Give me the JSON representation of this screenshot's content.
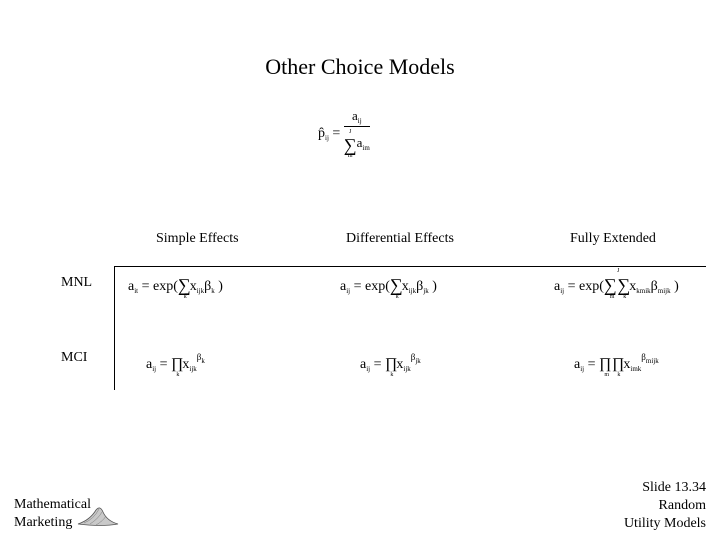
{
  "slide": {
    "title": "Other Choice Models"
  },
  "top_formula": {
    "lhs": "p̂",
    "lhs_sub": "ij",
    "numerator": "a",
    "numerator_sub": "ij",
    "sum_top": "J",
    "sum_bottom": "m",
    "denominator": "a",
    "denominator_sub": "im"
  },
  "columns": [
    "Simple Effects",
    "Differential Effects",
    "Fully Extended"
  ],
  "rows": [
    "MNL",
    "MCI"
  ],
  "cells": {
    "mnl_simple": {
      "lhs": "a",
      "lhs_sub": "it",
      "op": " = exp(",
      "sum_under": "k",
      "x": "x",
      "x_sub": "ijk",
      "b": "β",
      "b_sub": "k",
      "close": " )"
    },
    "mnl_diff": {
      "lhs": "a",
      "lhs_sub": "ij",
      "op": " = exp(",
      "sum_under": "k",
      "x": "x",
      "x_sub": "ijk",
      "b": "β",
      "b_sub": "jk",
      "close": " )"
    },
    "mnl_full": {
      "lhs": "a",
      "lhs_sub": "ij",
      "op": " = exp(",
      "sum1_top": "J",
      "sum1_under": "m",
      "sum2_under": "k",
      "x": "x",
      "x_sub": "kmik",
      "b": "β",
      "b_sub": "mijk",
      "close": " )"
    },
    "mci_simple": {
      "lhs": "a",
      "lhs_sub": "ij",
      "op": " = ",
      "prod_under": "k",
      "x": "x",
      "x_sub": "ijk",
      "b": "β",
      "b_sup": "k"
    },
    "mci_diff": {
      "lhs": "a",
      "lhs_sub": "ij",
      "op": " = ",
      "prod_under": "k",
      "x": "x",
      "x_sub": "ijk",
      "b": "β",
      "b_sup": "jk"
    },
    "mci_full": {
      "lhs": "a",
      "lhs_sub": "ij",
      "op": " = ",
      "prod1_under": "m",
      "prod2_under": "k",
      "x": "x",
      "x_sub": "imk",
      "b": "β",
      "b_sup": "mijk"
    }
  },
  "footer": {
    "logo_line1": "Mathematical",
    "logo_line2": "Marketing",
    "slide_number": "Slide 13.34",
    "chapter_line1": "Random",
    "chapter_line2": "Utility Models"
  }
}
